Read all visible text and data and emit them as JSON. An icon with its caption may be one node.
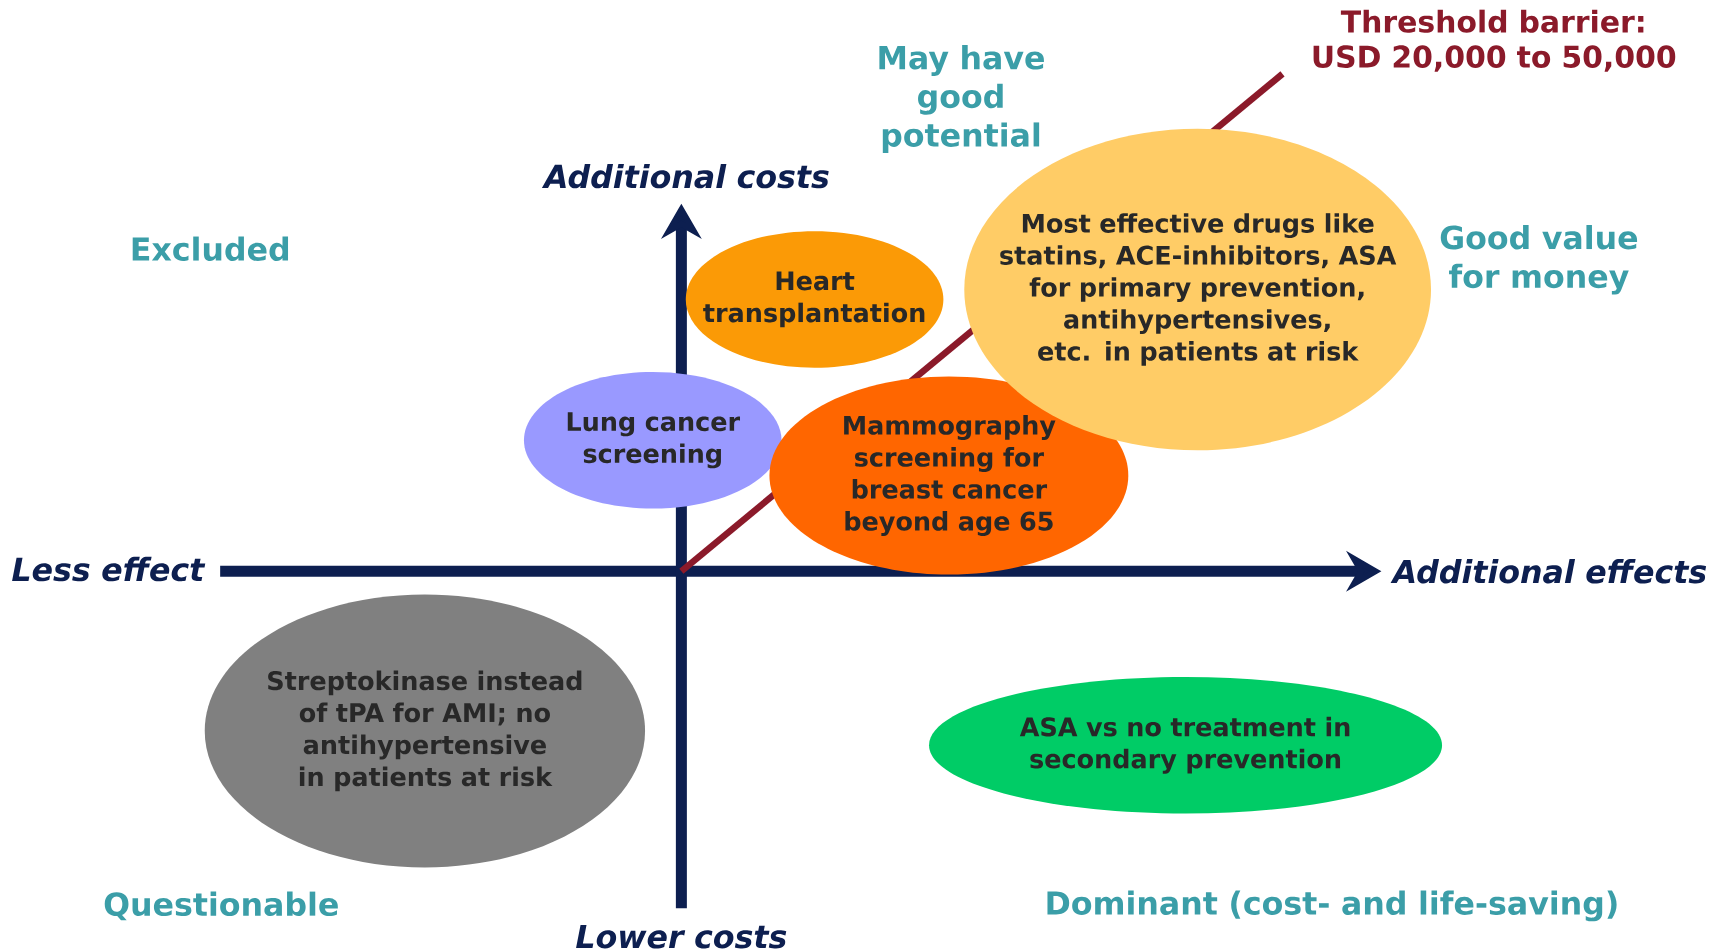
{
  "diagram": {
    "nodes": [
      {
        "text": [
          "Heart transplantation"
        ]
      },
      {
        "text": [
          "Lung cancer screening"
        ]
      },
      {
        "text": [
          "Mammography screening for breast cancer beyond age 65"
        ]
      },
      {
        "text": [
          "Most effective drugs like statins, ACE-inhibitors, ASA for primary prevention, antihypertensives, etc. in patients at risk"
        ]
      },
      {
        "text": [
          "Streptokinase instead of tPA for AMI; no antihypertensive in patients at risk"
        ]
      },
      {
        "text": [
          "ASA vs no treatment in secondary prevention"
        ]
      },
      {
        "text": [
          "Threshold barrier: USD 20,000 to 50,000"
        ]
      }
    ],
    "edges": [
      {
        "from": null,
        "to": 6,
        "arrow": "none"
      }
    ],
    "labels": [
      "May have good potential",
      "Additional costs",
      "Excluded",
      "Good value for money",
      "Less effect",
      "Additional effects",
      "Questionable",
      "Dominant (cost- and life-saving)",
      "Lower costs"
    ]
  }
}
